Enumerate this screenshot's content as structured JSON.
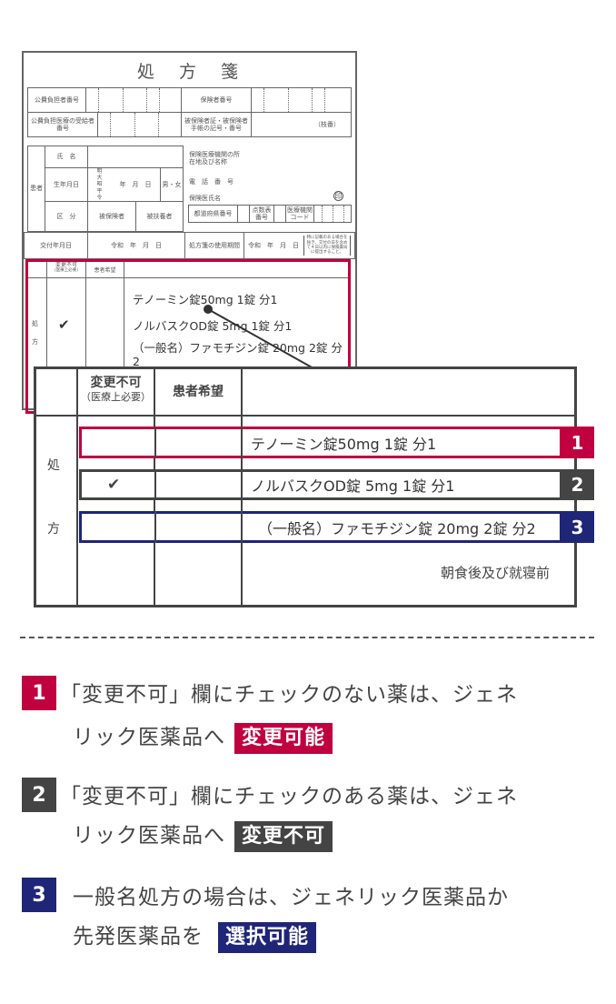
{
  "colors": {
    "red": "#c0003f",
    "gray": "#444444",
    "navy": "#1f2577"
  },
  "form": {
    "title": "処　方　箋",
    "public_payer_no": "公費負担者番号",
    "insurer_no": "保険者番号",
    "public_recipient_no": "公費負担医療の受給者番号",
    "insured_card": "被保険者証・被保険者手帳の記号・番号",
    "branch_no": "（枝番）",
    "patient": "患者",
    "name": "氏　名",
    "birthdate": "生年月日",
    "eras": "明大昭平令",
    "ymd": "年　月　日",
    "sex": "男・女",
    "category": "区　分",
    "insured": "被保険者",
    "dependent": "被扶養者",
    "institution": "保険医療機関の所在地及び名称",
    "phone": "電　話　番　号",
    "doctor": "保険医氏名",
    "seal": "印",
    "pref_no": "都道府県番号",
    "score_table": "点数表番号",
    "inst_code": "医療機関コード",
    "issue_date": "交付年月日",
    "reiwa_date": "令和　年　月　日",
    "valid_period": "処方箋の使用期間",
    "reiwa_date2": "令和　年　月　日",
    "note": "特に記載のある場合を除き、交付の日を含めて４日以内に保険薬局に提出すること。",
    "no_change": "変更不可",
    "medical_need": "(医療上必要)",
    "patient_request": "患者希望",
    "rx_label": "処方",
    "drugs": [
      "テノーミン錠50mg 1錠 分1",
      "ノルバスクOD錠 5mg 1錠 分1",
      "（一般名）ファモチジン錠 20mg 2錠 分2"
    ]
  },
  "zoom_table": {
    "no_change": "変更不可",
    "medical_need": "（医療上必要）",
    "patient_request": "患者希望",
    "rx_1": "処",
    "rx_2": "方",
    "check": "✔",
    "rows": [
      {
        "num": "1",
        "drug": "テノーミン錠50mg 1錠 分1"
      },
      {
        "num": "2",
        "drug": "ノルバスクOD錠 5mg 1錠 分1"
      },
      {
        "num": "3",
        "drug": "（一般名）ファモチジン錠 20mg 2錠 分2"
      }
    ],
    "timing": "朝食後及び就寝前"
  },
  "notes": [
    {
      "num": "1",
      "line1": "「変更不可」欄にチェックのない薬は、ジェネ",
      "line2": "リック医薬品へ",
      "tag": "変更可能"
    },
    {
      "num": "2",
      "line1": "「変更不可」欄にチェックのある薬は、ジェネ",
      "line2": "リック医薬品へ",
      "tag": "変更不可"
    },
    {
      "num": "3",
      "line1": "一般名処方の場合は、ジェネリック医薬品か",
      "line2": "先発医薬品を",
      "tag": "選択可能"
    }
  ]
}
